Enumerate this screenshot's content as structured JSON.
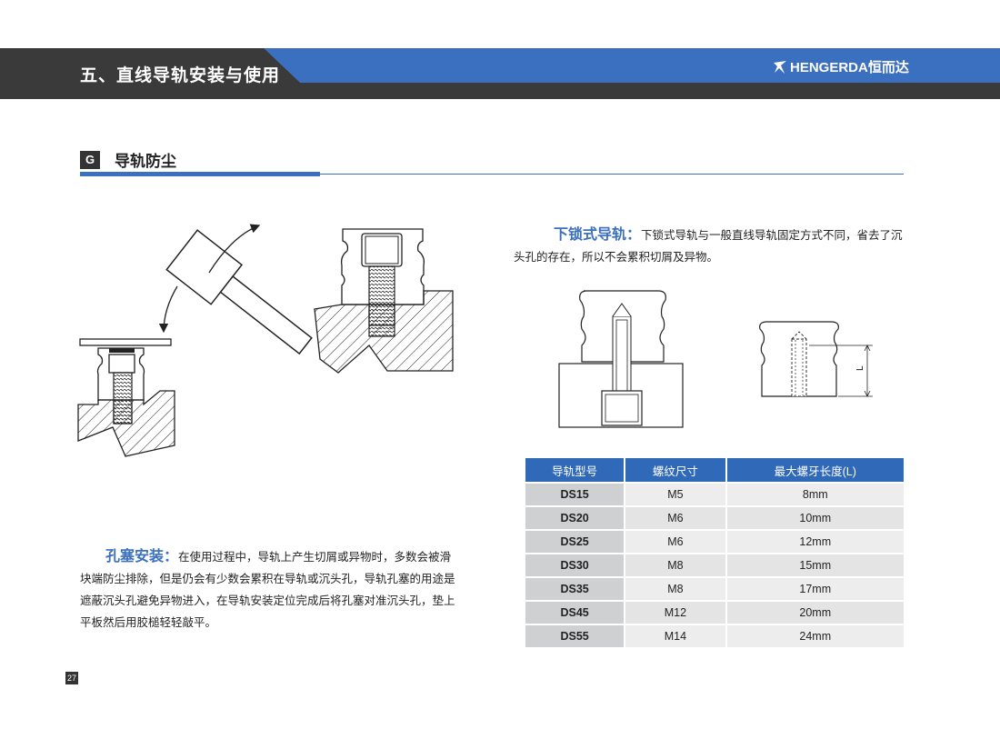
{
  "header": {
    "title": "五、直线导轨安装与使用",
    "logo_text": "HENGERDA恒而达",
    "colors": {
      "band": "#3a3a3a",
      "accent": "#3b6fbf"
    }
  },
  "section": {
    "badge": "G",
    "title": "导轨防尘"
  },
  "lower_lock": {
    "keyword": "下锁式导轨：",
    "text": "下锁式导轨与一般直线导轨固定方式不同，省去了沉头孔的存在，所以不会累积切屑及异物。",
    "dimension_label": "L"
  },
  "plug": {
    "keyword": "孔塞安装：",
    "text": "在使用过程中，导轨上产生切屑或异物时，多数会被滑块端防尘排除，但是仍会有少数会累积在导轨或沉头孔，导轨孔塞的用途是遮蔽沉头孔避免异物进入，在导轨安装定位完成后将孔塞对准沉头孔，垫上平板然后用胶槌轻轻敲平。"
  },
  "table": {
    "headers": [
      "导轨型号",
      "螺纹尺寸",
      "最大螺牙长度(L)"
    ],
    "rows": [
      [
        "DS15",
        "M5",
        "8mm"
      ],
      [
        "DS20",
        "M6",
        "10mm"
      ],
      [
        "DS25",
        "M6",
        "12mm"
      ],
      [
        "DS30",
        "M8",
        "15mm"
      ],
      [
        "DS35",
        "M8",
        "17mm"
      ],
      [
        "DS45",
        "M12",
        "20mm"
      ],
      [
        "DS55",
        "M14",
        "24mm"
      ]
    ]
  },
  "page_number": "27"
}
